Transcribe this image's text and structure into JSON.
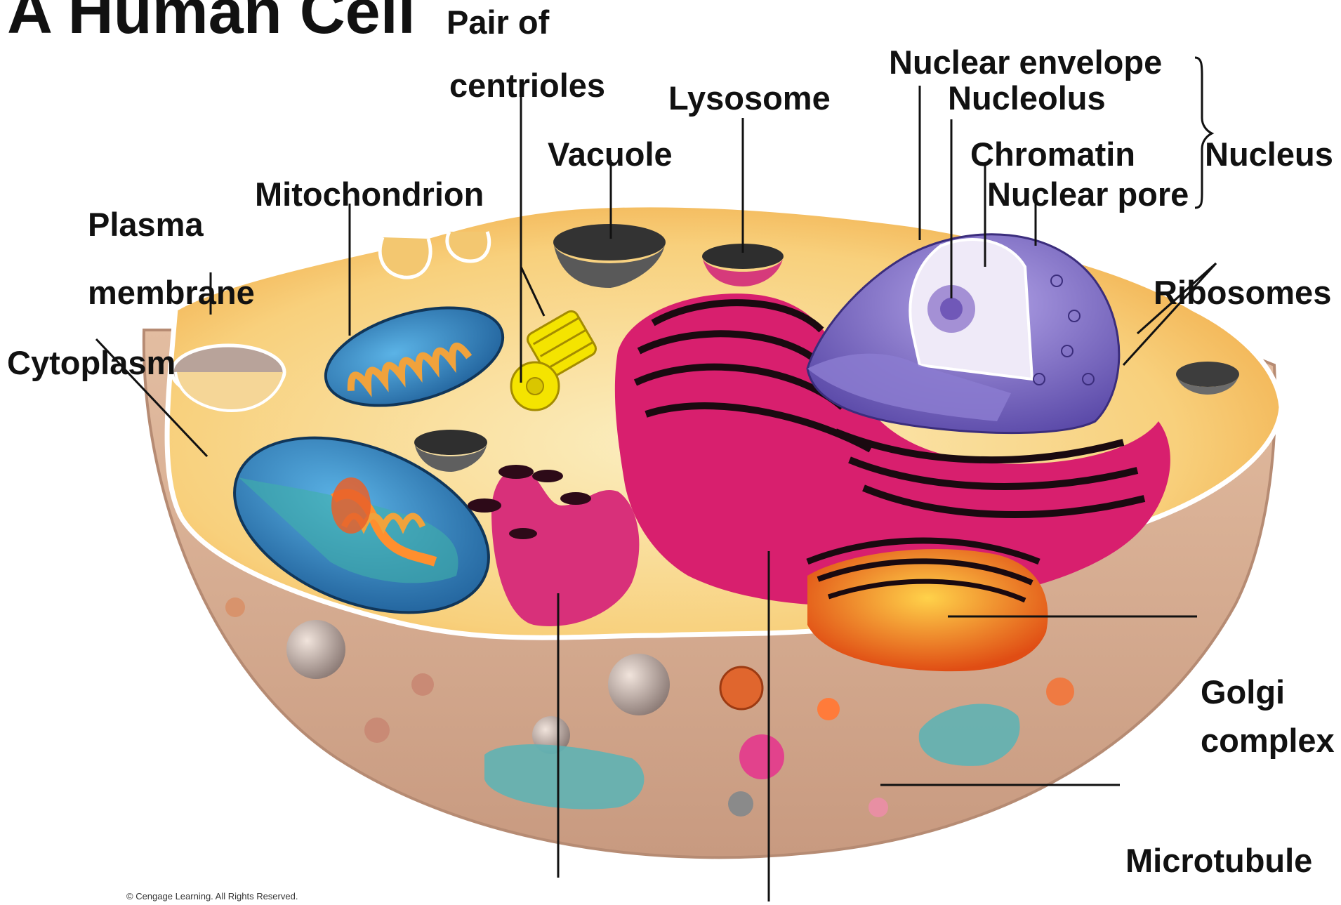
{
  "title": "A Human Cell",
  "labels": {
    "pair_of": "Pair of",
    "centrioles": "centrioles",
    "lysosome": "Lysosome",
    "vacuole": "Vacuole",
    "mitochondrion": "Mitochondrion",
    "plasma": "Plasma",
    "membrane": "membrane",
    "cytoplasm": "Cytoplasm",
    "nuclear_envelope": "Nuclear envelope",
    "nucleolus": "Nucleolus",
    "chromatin": "Chromatin",
    "nuclear_pore": "Nuclear pore",
    "nucleus": "Nucleus",
    "ribosomes": "Ribosomes",
    "golgi": "Golgi",
    "complex": "complex",
    "microtubule": "Microtubule"
  },
  "credit": "© Cengage Learning. All Rights Reserved.",
  "colors": {
    "cytoplasm_fill": "#f7c86a",
    "cell_base": "#d9ad91",
    "er_pink": "#d81f6e",
    "nucleus_purple": "#7c68c4",
    "mitochondrion_blue": "#2a86c2",
    "golgi_orange": "#ec6a1e",
    "centriole_yellow": "#f2e000"
  }
}
